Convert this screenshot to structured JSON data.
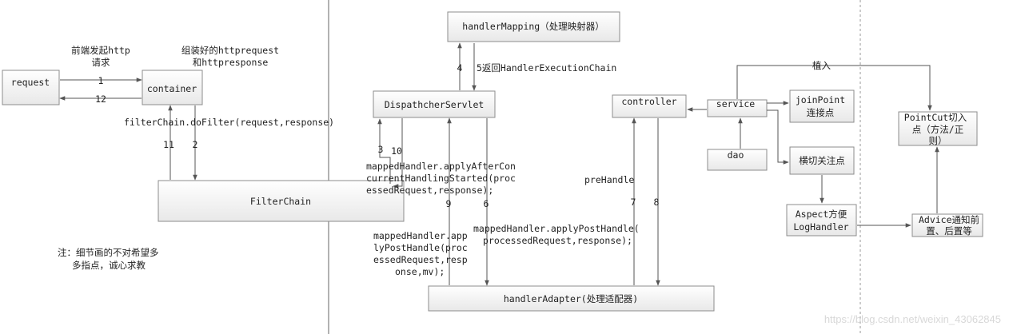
{
  "nodes": {
    "request": "request",
    "container": "container",
    "filterchain": "FilterChain",
    "dispatcher": "DispathcherServlet",
    "handler_mapping": "handlerMapping（处理映射器）",
    "handler_adapter": "handlerAdapter(处理适配器)",
    "controller": "controller",
    "service": "service",
    "dao": "dao",
    "joinpoint": [
      "joinPoint",
      "连接点"
    ],
    "crosscut": "横切关注点",
    "aspect": [
      "Aspect方便",
      "LogHandler"
    ],
    "pointcut": [
      "PointCut切入",
      "点（方法/正",
      "则）"
    ],
    "advice": [
      "Advice通知前",
      "置、后置等"
    ]
  },
  "labels": {
    "frontend_http": [
      "前端发起http",
      "请求"
    ],
    "assembled": [
      "组装好的httprequest",
      "和httpresponse"
    ],
    "dofilter": "filterChain.doFilter(request,response)",
    "return_chain": "5返回HandlerExecutionChain",
    "after_concurrent": [
      "mappedHandler.applyAfterCon",
      "currentHandlingStarted(proc",
      "essedRequest,response);"
    ],
    "post_handle_left": [
      "mappedHandler.app",
      "lyPostHandle(proc",
      "essedRequest,resp",
      "onse,mv);"
    ],
    "post_handle_right": [
      "mappedHandler.applyPostHandle(",
      "processedRequest,response);"
    ],
    "prehandle": "preHandle",
    "implant": "植入",
    "note": [
      "注：细节画的不对希望多",
      "多指点，诚心求教"
    ]
  },
  "steps": [
    "1",
    "12",
    "11",
    "2",
    "3",
    "10",
    "4",
    "9",
    "6",
    "7",
    "8"
  ],
  "watermark": "https://blog.csdn.net/weixin_43062845"
}
